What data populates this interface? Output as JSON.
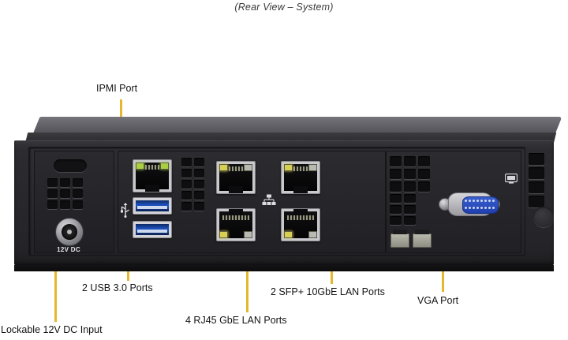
{
  "figure": {
    "title": "(Rear View – System)",
    "accent_color": "#e5b72c",
    "chassis_color": "#2a2a2e"
  },
  "callouts": [
    {
      "id": "ipmi",
      "label": "IPMI Port"
    },
    {
      "id": "usb",
      "label": "2 USB 3.0 Ports"
    },
    {
      "id": "rj45",
      "label": "4 RJ45 GbE LAN Ports"
    },
    {
      "id": "sfp",
      "label": "2 SFP+ 10GbE LAN Ports"
    },
    {
      "id": "vga",
      "label": "VGA Port"
    },
    {
      "id": "dc",
      "label": "Lockable 12V DC Input"
    }
  ],
  "chassis": {
    "dc_jack_label": "12V DC",
    "icons": {
      "usb": "usb-icon",
      "network": "network-icon",
      "monitor": "monitor-icon"
    }
  }
}
